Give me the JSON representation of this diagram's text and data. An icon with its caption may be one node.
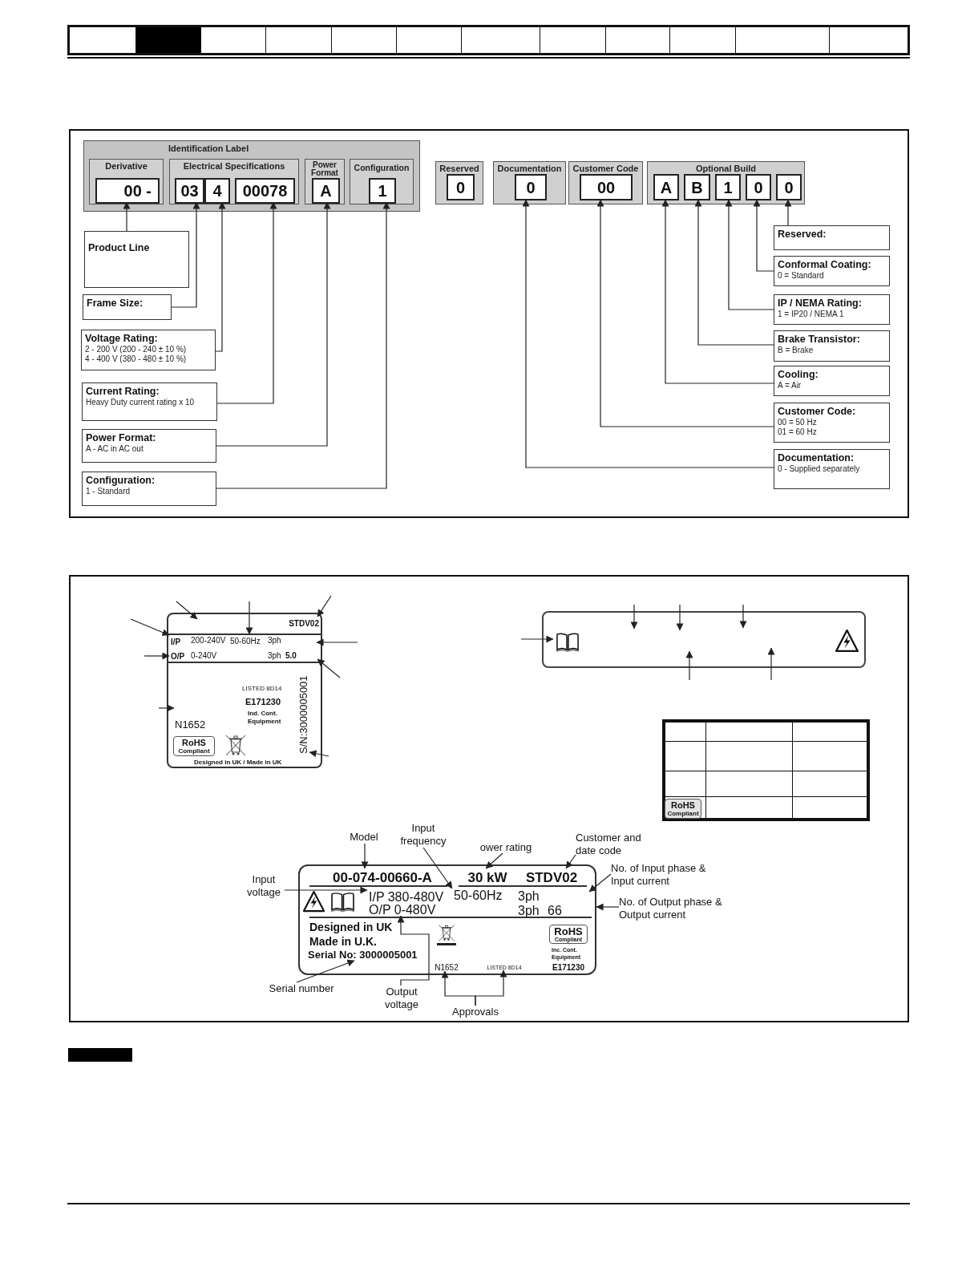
{
  "diagram": {
    "nodes": [
      {
        "text": [
          "Identification Label"
        ]
      },
      {
        "text": [
          "Derivative"
        ],
        "in": 0
      },
      {
        "text": [
          "00 -"
        ],
        "in": 1
      },
      {
        "text": [
          "Electrical Specifications"
        ],
        "in": 0
      },
      {
        "text": [
          "03"
        ],
        "in": 3
      },
      {
        "text": [
          "4"
        ],
        "in": 3
      },
      {
        "text": [
          "00078"
        ],
        "in": 3
      },
      {
        "text": [
          "Power Format"
        ],
        "in": 0
      },
      {
        "text": [
          "A"
        ],
        "in": 7
      },
      {
        "text": [
          "Configuration"
        ],
        "in": 0
      },
      {
        "text": [
          "1"
        ],
        "in": 9
      },
      {
        "text": [
          "Reserved"
        ]
      },
      {
        "text": [
          "0"
        ],
        "in": 11
      },
      {
        "text": [
          "Documentation"
        ]
      },
      {
        "text": [
          "0"
        ],
        "in": 13
      },
      {
        "text": [
          "Customer Code"
        ]
      },
      {
        "text": [
          "00"
        ],
        "in": 15
      },
      {
        "text": [
          "Optional Build"
        ]
      },
      {
        "text": [
          "A"
        ],
        "in": 17
      },
      {
        "text": [
          "B"
        ],
        "in": 17
      },
      {
        "text": [
          "1"
        ],
        "in": 17
      },
      {
        "text": [
          "0"
        ],
        "in": 17
      },
      {
        "text": [
          "0"
        ],
        "in": 17
      },
      {
        "text": [
          "Product Line"
        ]
      },
      {
        "text": [
          "Frame Size:"
        ]
      },
      {
        "text": [
          "Voltage Rating:",
          "2 - 200 V (200 - 240 ± 10 %)",
          "4 - 400 V (380 - 480 ± 10 %)"
        ]
      },
      {
        "text": [
          "Current Rating:",
          "Heavy Duty current rating x 10"
        ]
      },
      {
        "text": [
          "Power Format:",
          "A - AC in AC out"
        ]
      },
      {
        "text": [
          "Configuration:",
          "1 - Standard"
        ]
      },
      {
        "text": [
          "Reserved:"
        ]
      },
      {
        "text": [
          "Conformal Coating:",
          "0 = Standard"
        ]
      },
      {
        "text": [
          "IP / NEMA Rating:",
          "1 = IP20 / NEMA 1"
        ]
      },
      {
        "text": [
          "Brake Transistor:",
          "B = Brake"
        ]
      },
      {
        "text": [
          "Cooling:",
          "A = Air"
        ]
      },
      {
        "text": [
          "Customer Code:",
          "00 = 50 Hz",
          "01 = 60 Hz"
        ]
      },
      {
        "text": [
          "Documentation:",
          "0 - Supplied separately"
        ]
      },
      {
        "text": [
          "200-240V",
          "3ph",
          "0-240V",
          "3ph",
          "5.0",
          "LISTED 8D14",
          "E171230",
          "Ind. Cont. Equipment",
          "N1652",
          "Designed in UK / Made in UK"
        ]
      },
      {
        "text": [
          "STDV02"
        ],
        "in": 36
      },
      {
        "text": [
          "I/P"
        ],
        "in": 36
      },
      {
        "text": [
          "50-60Hz"
        ],
        "in": 36
      },
      {
        "text": [
          "O/P"
        ],
        "in": 36
      },
      {
        "text": [
          "RoHS",
          "Compliant"
        ],
        "in": 36
      },
      {
        "text": [
          "S/N:3000005001"
        ],
        "in": 36
      },
      {
        "text": [],
        "shape": "box"
      },
      {
        "text": [],
        "shape": "book",
        "in": 43
      },
      {
        "text": [
          "RoHS",
          "Compliant"
        ]
      },
      {
        "text": [
          "Model"
        ]
      },
      {
        "text": [
          "Input frequency"
        ]
      },
      {
        "text": [
          "ower rating"
        ]
      },
      {
        "text": [
          "Customer and date code"
        ]
      },
      {
        "text": [
          "No. of Input phase & Input current"
        ]
      },
      {
        "text": [
          "Input voltage"
        ]
      },
      {
        "text": [
          "No. of Output phase & Output current"
        ]
      },
      {
        "text": [
          "3ph",
          "3ph",
          "66",
          "Designed in UK",
          "Made in U.K.",
          "Inc. Cont. Equipment",
          "E171230"
        ]
      },
      {
        "text": [
          "00-074-00660-A"
        ],
        "in": 53
      },
      {
        "text": [
          "30 kW"
        ],
        "in": 53
      },
      {
        "text": [
          "STDV02"
        ],
        "in": 53
      },
      {
        "text": [
          "I/P 380-480V"
        ],
        "in": 53
      },
      {
        "text": [
          "50-60Hz"
        ],
        "in": 53
      },
      {
        "text": [
          "O/P 0-480V"
        ],
        "in": 53
      },
      {
        "text": [
          "Serial No: 3000005001"
        ],
        "in": 53
      },
      {
        "text": [
          "N1652"
        ],
        "in": 53
      },
      {
        "text": [
          "LISTED 8D14"
        ],
        "in": 53
      },
      {
        "text": [
          "RoHS",
          "Compliant"
        ],
        "in": 53
      },
      {
        "text": [
          "Serial number"
        ]
      },
      {
        "text": [
          "Output voltage"
        ]
      },
      {
        "text": [
          "Approvals"
        ]
      },
      {
        "text": [],
        "shape": "bar"
      }
    ],
    "edges": [
      {
        "from": 23,
        "to": 2,
        "arrow": "to"
      },
      {
        "from": 24,
        "to": 4,
        "arrow": "to"
      },
      {
        "from": 25,
        "to": 5,
        "arrow": "to"
      },
      {
        "from": 26,
        "to": 6,
        "arrow": "to"
      },
      {
        "from": 27,
        "to": 8,
        "arrow": "to"
      },
      {
        "from": 28,
        "to": 10,
        "arrow": "to"
      },
      {
        "from": 29,
        "to": 22,
        "arrow": "to"
      },
      {
        "from": 30,
        "to": 21,
        "arrow": "to"
      },
      {
        "from": 31,
        "to": 20,
        "arrow": "to"
      },
      {
        "from": 32,
        "to": 19,
        "arrow": "to"
      },
      {
        "from": 33,
        "to": 18,
        "arrow": "to"
      },
      {
        "from": 34,
        "to": 16,
        "arrow": "to"
      },
      {
        "from": 35,
        "to": 14,
        "arrow": "to"
      },
      {
        "from": null,
        "to": 36,
        "arrow": "to"
      },
      {
        "from": null,
        "to": 39,
        "arrow": "to"
      },
      {
        "from": null,
        "to": 37,
        "arrow": "to"
      },
      {
        "from": null,
        "to": 38,
        "arrow": "to"
      },
      {
        "from": null,
        "to": 40,
        "arrow": "to"
      },
      {
        "from": null,
        "to": 36,
        "arrow": "to"
      },
      {
        "from": null,
        "to": 36,
        "arrow": "to"
      },
      {
        "from": null,
        "to": 36,
        "arrow": "to"
      },
      {
        "from": null,
        "to": 42,
        "arrow": "to"
      },
      {
        "from": null,
        "to": 44,
        "arrow": "to"
      },
      {
        "from": null,
        "to": 43,
        "arrow": "to"
      },
      {
        "from": null,
        "to": 43,
        "arrow": "to"
      },
      {
        "from": null,
        "to": 43,
        "arrow": "to"
      },
      {
        "from": null,
        "to": 43,
        "arrow": "to"
      },
      {
        "from": null,
        "to": 43,
        "arrow": "to"
      },
      {
        "from": 46,
        "to": 54,
        "arrow": "to"
      },
      {
        "from": 47,
        "to": 58,
        "arrow": "to"
      },
      {
        "from": 48,
        "to": 55,
        "arrow": "to"
      },
      {
        "from": 49,
        "to": 56,
        "arrow": "to"
      },
      {
        "from": 50,
        "to": 53,
        "arrow": "to"
      },
      {
        "from": 51,
        "to": 57,
        "arrow": "to"
      },
      {
        "from": 52,
        "to": 53,
        "arrow": "to"
      },
      {
        "from": 64,
        "to": 60,
        "arrow": "to"
      },
      {
        "from": 65,
        "to": 59,
        "arrow": "to"
      },
      {
        "from": 66,
        "to": 61,
        "arrow": "to"
      },
      {
        "from": 66,
        "to": 62,
        "arrow": "to"
      }
    ]
  }
}
